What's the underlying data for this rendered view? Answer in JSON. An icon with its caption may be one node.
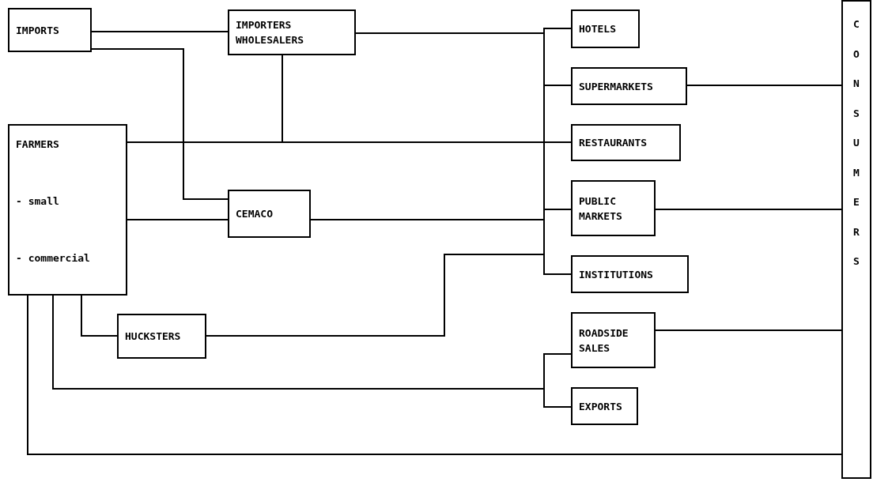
{
  "diagram": {
    "nodes": [
      {
        "text": [
          "IMPORTS"
        ]
      },
      {
        "text": [
          "IMPORTERS WHOLESALERS"
        ]
      },
      {
        "text": [
          "FARMERS",
          "- small",
          "- commercial"
        ]
      },
      {
        "text": [
          "CEMACO"
        ]
      },
      {
        "text": [
          "HOTELS"
        ]
      },
      {
        "text": [
          "SUPERMARKETS"
        ]
      },
      {
        "text": [
          "RESTAURANTS"
        ]
      },
      {
        "text": [
          "PUBLIC MARKETS"
        ]
      },
      {
        "text": [
          "INSTITUTIONS"
        ]
      },
      {
        "text": [
          "HUCKSTERS"
        ]
      },
      {
        "text": [
          "ROADSIDE SALES"
        ]
      },
      {
        "text": [
          "EXPORTS"
        ]
      },
      {
        "text": [
          "CONSUMERS"
        ]
      }
    ],
    "edges": [
      {
        "from": 0,
        "to": 1,
        "arrow": "none"
      },
      {
        "from": 0,
        "to": 3,
        "arrow": "none"
      },
      {
        "from": 1,
        "to": 4,
        "arrow": "none"
      },
      {
        "from": 1,
        "to": 5,
        "arrow": "none"
      },
      {
        "from": 1,
        "to": 6,
        "arrow": "none"
      },
      {
        "from": 1,
        "to": 7,
        "arrow": "none"
      },
      {
        "from": 1,
        "to": 8,
        "arrow": "none"
      },
      {
        "from": 2,
        "to": 6,
        "arrow": "none"
      },
      {
        "from": 2,
        "to": 3,
        "arrow": "none"
      },
      {
        "from": 3,
        "to": 4,
        "arrow": "none"
      },
      {
        "from": 3,
        "to": 5,
        "arrow": "none"
      },
      {
        "from": 3,
        "to": 6,
        "arrow": "none"
      },
      {
        "from": 3,
        "to": 7,
        "arrow": "none"
      },
      {
        "from": 3,
        "to": 8,
        "arrow": "none"
      },
      {
        "from": 2,
        "to": 9,
        "arrow": "none"
      },
      {
        "from": 9,
        "to": 4,
        "arrow": "none"
      },
      {
        "from": 9,
        "to": 5,
        "arrow": "none"
      },
      {
        "from": 9,
        "to": 6,
        "arrow": "none"
      },
      {
        "from": 9,
        "to": 7,
        "arrow": "none"
      },
      {
        "from": 9,
        "to": 8,
        "arrow": "none"
      },
      {
        "from": 2,
        "to": 10,
        "arrow": "none"
      },
      {
        "from": 2,
        "to": 11,
        "arrow": "none"
      },
      {
        "from": 2,
        "to": 12,
        "arrow": "none"
      },
      {
        "from": 5,
        "to": 12,
        "arrow": "none"
      },
      {
        "from": 7,
        "to": 12,
        "arrow": "none"
      },
      {
        "from": 10,
        "to": 12,
        "arrow": "none"
      }
    ]
  }
}
